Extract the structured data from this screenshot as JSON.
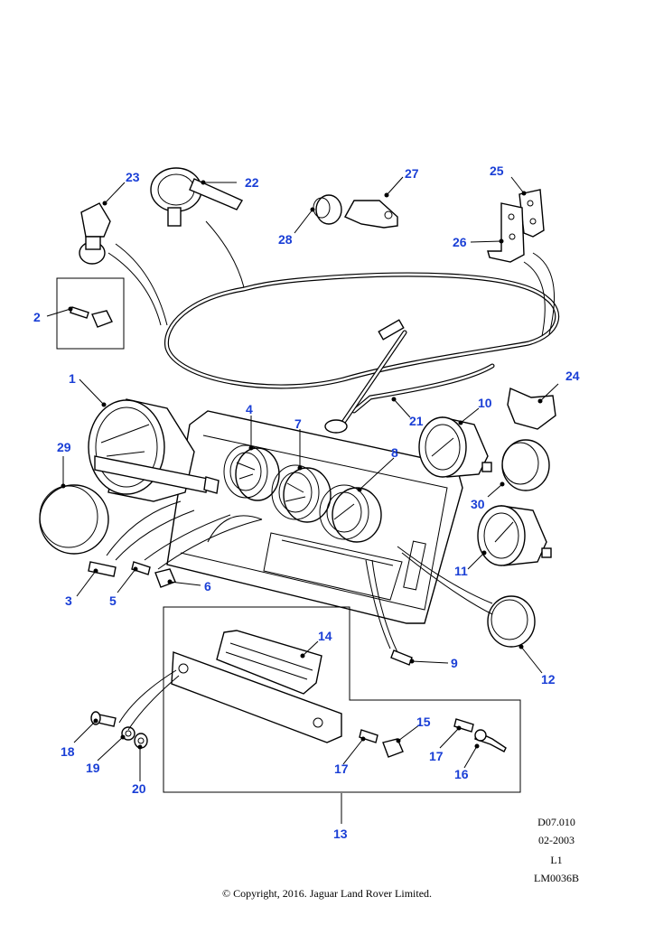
{
  "callouts": [
    "1",
    "2",
    "3",
    "4",
    "5",
    "6",
    "7",
    "8",
    "9",
    "10",
    "11",
    "12",
    "13",
    "14",
    "15",
    "16",
    "17",
    "17",
    "18",
    "19",
    "20",
    "21",
    "22",
    "23",
    "24",
    "25",
    "26",
    "27",
    "28",
    "29",
    "30"
  ],
  "footer": {
    "ref": "D07.010",
    "date": "02-2003",
    "level": "L1",
    "code": "LM0036B"
  },
  "copyright": "© Copyright, 2016. Jaguar Land Rover Limited.",
  "colors": {
    "callout": "#1a3fd6",
    "line": "#000000",
    "background": "#ffffff"
  }
}
